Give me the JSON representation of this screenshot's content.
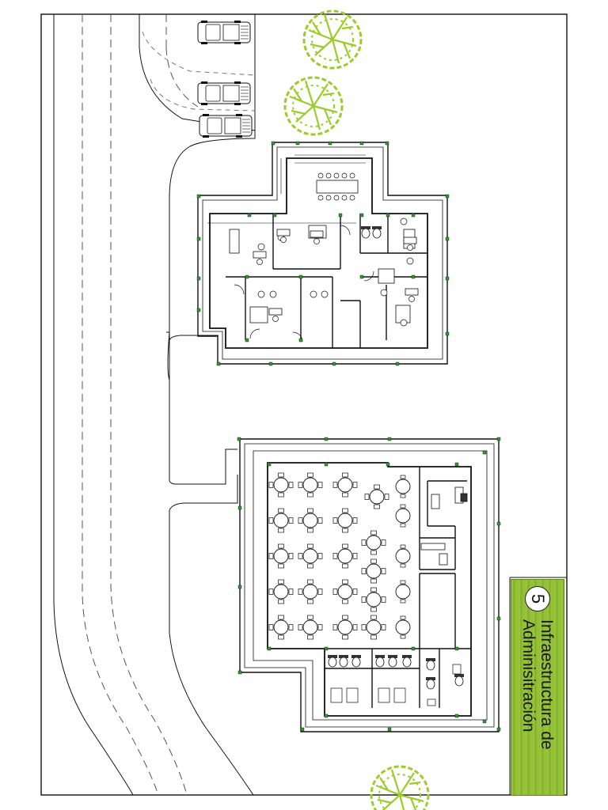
{
  "sheet": {
    "number": "5",
    "title_line1": "Infraestructura de",
    "title_line2": "Adminisitración"
  },
  "colors": {
    "title_block": "#8dbd2c",
    "tree": "#9ccc2a",
    "line": "#111111",
    "grip": "#2e9e1e"
  },
  "icons": [
    "car-icon",
    "tree-icon",
    "table-icon",
    "chair-icon",
    "toilet-icon",
    "door-icon"
  ]
}
